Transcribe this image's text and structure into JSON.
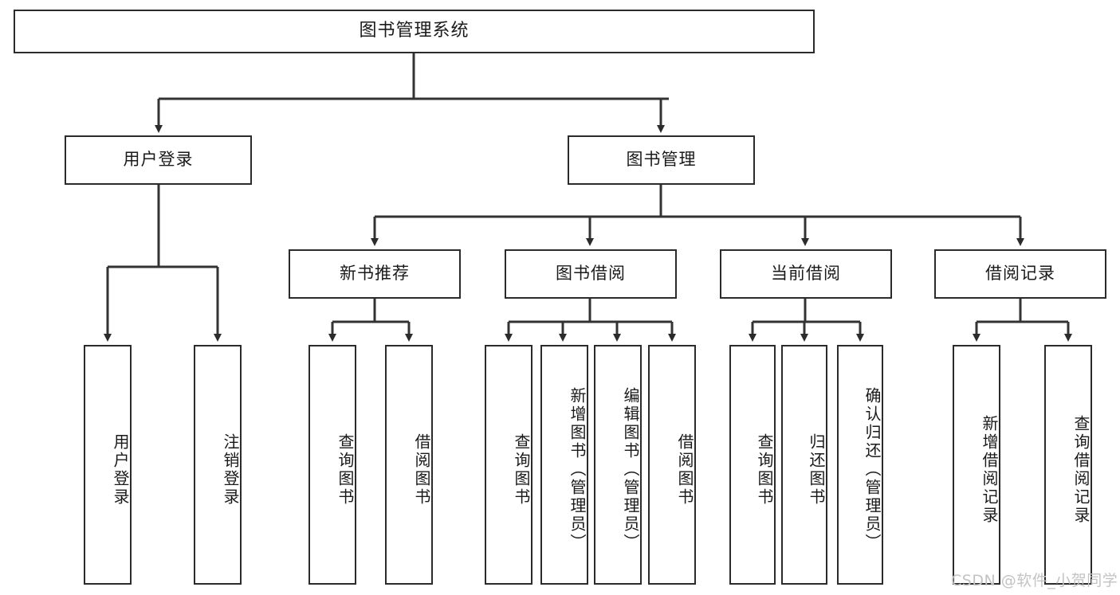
{
  "diagram": {
    "type": "tree-hierarchy",
    "title": "图书管理系统",
    "root": {
      "label": "图书管理系统"
    },
    "level2": [
      {
        "label": "用户登录"
      },
      {
        "label": "图书管理"
      }
    ],
    "level3": [
      {
        "label": "新书推荐"
      },
      {
        "label": "图书借阅"
      },
      {
        "label": "当前借阅"
      },
      {
        "label": "借阅记录"
      }
    ],
    "leaves": {
      "user_login": [
        {
          "label": "用户登录"
        },
        {
          "label": "注销登录"
        }
      ],
      "new_book_recommend": [
        {
          "label": "查询图书"
        },
        {
          "label": "借阅图书"
        }
      ],
      "book_borrow": [
        {
          "label": "查询图书"
        },
        {
          "label": "新增图书（管理员）"
        },
        {
          "label": "编辑图书（管理员）"
        },
        {
          "label": "借阅图书"
        }
      ],
      "current_borrow": [
        {
          "label": "查询图书"
        },
        {
          "label": "归还图书"
        },
        {
          "label": "确认归还（管理员）"
        }
      ],
      "borrow_records": [
        {
          "label": "新增借阅记录"
        },
        {
          "label": "查询借阅记录"
        }
      ]
    }
  },
  "watermark": {
    "text": "CSDN @软件_小贺同学"
  },
  "colors": {
    "border": "#2b2b2b",
    "line": "#333333",
    "text": "#1a1a1a",
    "background": "#ffffff",
    "watermark": "#c3c3c3"
  }
}
